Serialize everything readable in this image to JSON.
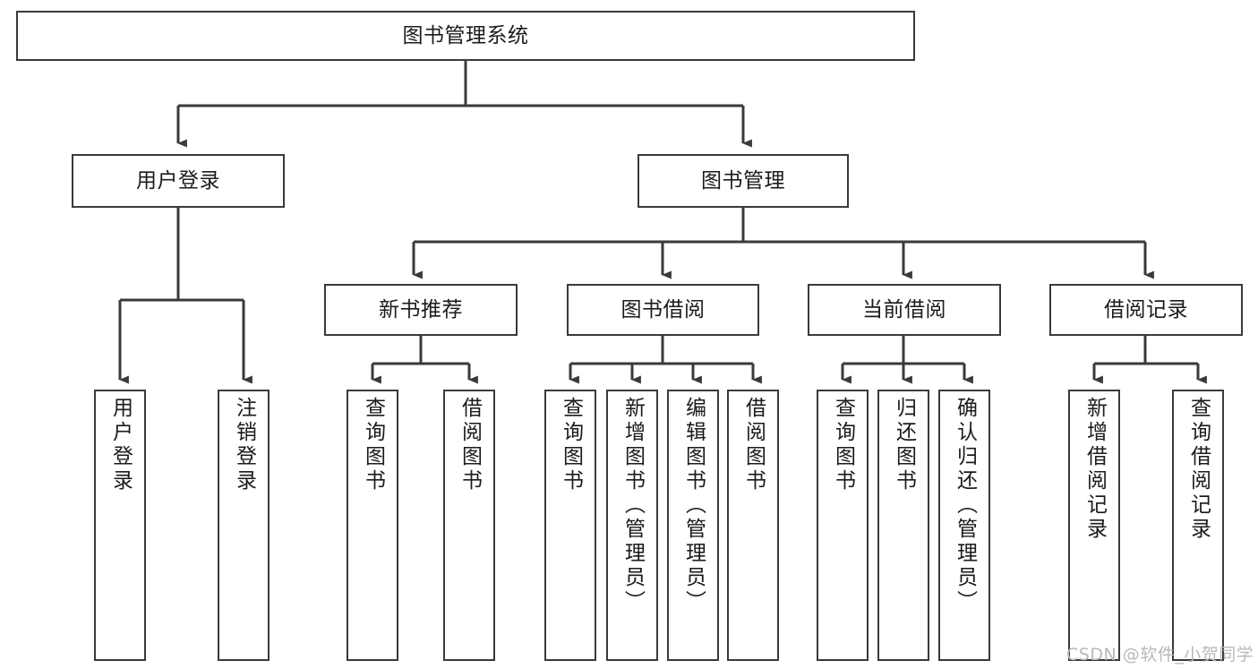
{
  "diagram": {
    "type": "tree-hierarchy-chart",
    "title": "图书管理系统",
    "colors": {
      "background": "#ffffff",
      "box_border": "#3a3a3a",
      "box_fill": "#ffffff",
      "text": "#1b1b1b",
      "edge": "#3a3a3a",
      "watermark": "#b9b9b9"
    },
    "levels": {
      "level1": [
        {
          "id": "root",
          "label": "图书管理系统"
        }
      ],
      "level2": [
        {
          "id": "user-login",
          "label": "用户登录",
          "parent": "root"
        },
        {
          "id": "book-management",
          "label": "图书管理",
          "parent": "root"
        }
      ],
      "level3": [
        {
          "id": "new-book-recommend",
          "label": "新书推荐",
          "parent": "book-management"
        },
        {
          "id": "book-borrow",
          "label": "图书借阅",
          "parent": "book-management"
        },
        {
          "id": "current-borrow",
          "label": "当前借阅",
          "parent": "book-management"
        },
        {
          "id": "borrow-record",
          "label": "借阅记录",
          "parent": "book-management"
        }
      ],
      "leaves": [
        {
          "id": "leaf-user-login",
          "label": "用户登录",
          "parent": "user-login"
        },
        {
          "id": "leaf-logout-login",
          "label": "注销登录",
          "parent": "user-login"
        },
        {
          "id": "leaf-query-book-1",
          "label": "查询图书",
          "parent": "new-book-recommend"
        },
        {
          "id": "leaf-borrow-book-1",
          "label": "借阅图书",
          "parent": "new-book-recommend"
        },
        {
          "id": "leaf-query-book-2",
          "label": "查询图书",
          "parent": "book-borrow"
        },
        {
          "id": "leaf-add-book",
          "label": "新增图书（管理员）",
          "parent": "book-borrow"
        },
        {
          "id": "leaf-edit-book",
          "label": "编辑图书（管理员）",
          "parent": "book-borrow"
        },
        {
          "id": "leaf-borrow-book-2",
          "label": "借阅图书",
          "parent": "book-borrow"
        },
        {
          "id": "leaf-query-book-3",
          "label": "查询图书",
          "parent": "current-borrow"
        },
        {
          "id": "leaf-return-book",
          "label": "归还图书",
          "parent": "current-borrow"
        },
        {
          "id": "leaf-confirm-return",
          "label": "确认归还（管理员）",
          "parent": "current-borrow"
        },
        {
          "id": "leaf-add-record",
          "label": "新增借阅记录",
          "parent": "borrow-record"
        },
        {
          "id": "leaf-query-record",
          "label": "查询借阅记录",
          "parent": "borrow-record"
        }
      ]
    }
  },
  "watermark": {
    "text": "CSDN @软件_小贺同学"
  }
}
